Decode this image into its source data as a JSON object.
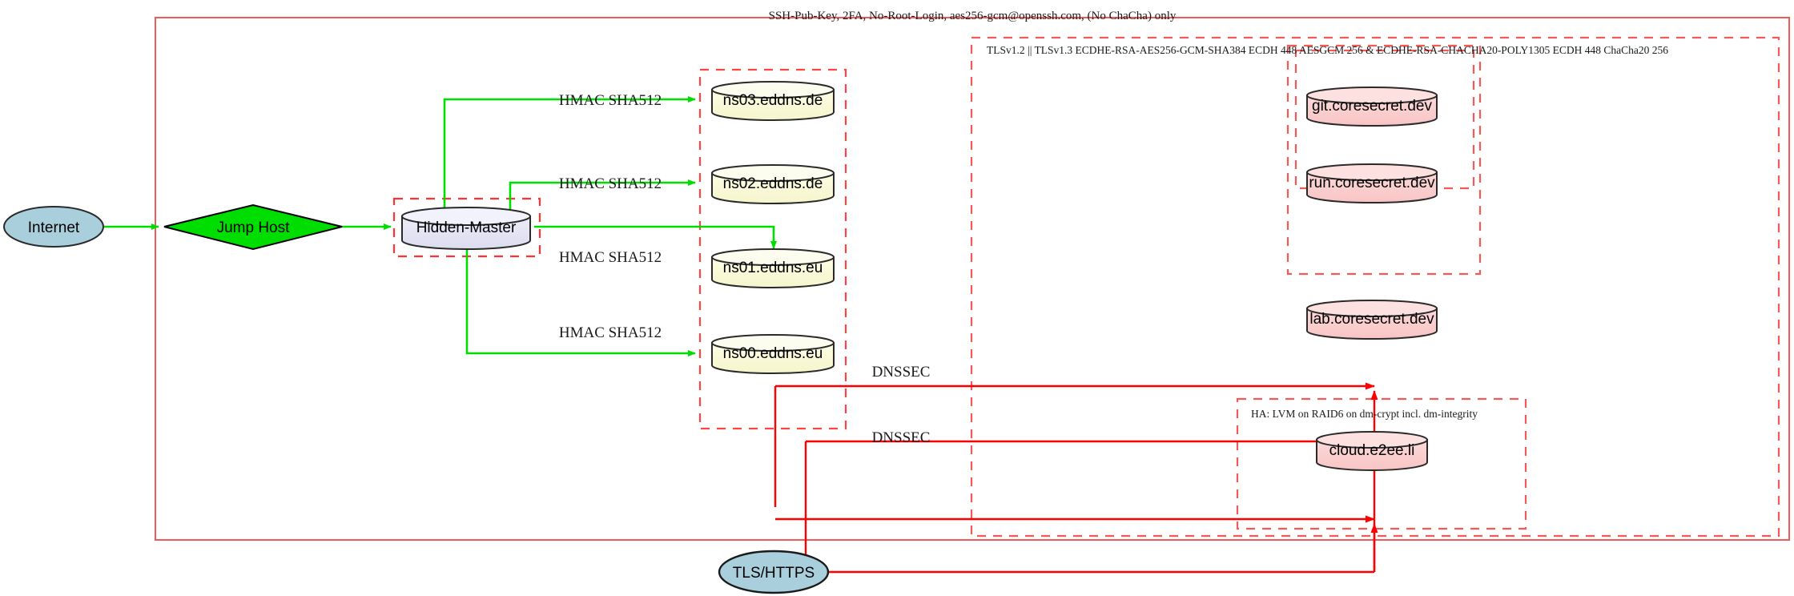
{
  "diagram": {
    "title_top": "SSH-Pub-Key, 2FA, No-Root-Login, aes256-gcm@openssh.com, (No ChaCha) only",
    "title_tls": "TLSv1.2 || TLSv1.3 ECDHE-RSA-AES256-GCM-SHA384 ECDH 448 AESGCM 256 & ECDHE-RSA-CHACHA20-POLY1305 ECDH 448 ChaCha20 256",
    "title_ha": "HA: LVM on RAID6 on dm-crypt incl. dm-integrity"
  },
  "nodes": {
    "internet": "Internet",
    "jump_host": "Jump Host",
    "hidden_master": "Hidden-Master",
    "ns03": "ns03.eddns.de",
    "ns02": "ns02.eddns.de",
    "ns01": "ns01.eddns.eu",
    "ns00": "ns00.eddns.eu",
    "git": "git.coresecret.dev",
    "run": "run.coresecret.dev",
    "lab": "lab.coresecret.dev",
    "cloud": "cloud.e2ee.li",
    "tls_https": "TLS/HTTPS"
  },
  "edge_labels": {
    "hmac_ns03": "HMAC SHA512",
    "hmac_ns02": "HMAC SHA512",
    "hmac_ns01": "HMAC SHA512",
    "hmac_ns00": "HMAC SHA512",
    "dnssec_upper": "DNSSEC",
    "dnssec_lower": "DNSSEC"
  },
  "colors": {
    "boundary_red": "#ff0000",
    "boundary_red_soft": "#f25a5a",
    "edge_green": "#00dd00",
    "db_yellow": "#fbfbd8",
    "db_pink": "#fbcfcf",
    "node_lavender": "#e3e3f5",
    "node_blue": "#a9cfdd",
    "node_green": "#00dd00",
    "stroke_dark": "#2a2a2a"
  }
}
